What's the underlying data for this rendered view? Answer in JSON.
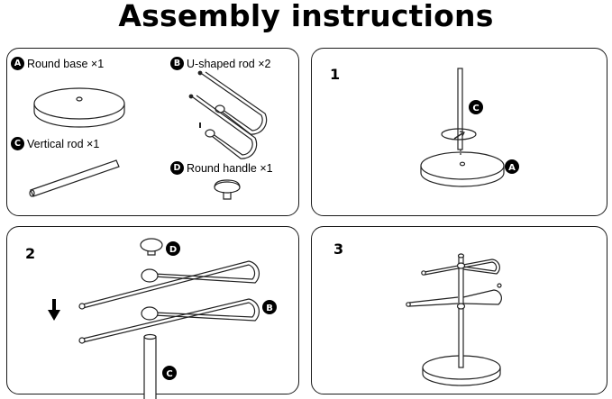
{
  "title": "Assembly instructions",
  "parts": [
    {
      "letter": "A",
      "name": "Round base",
      "qty": "×1"
    },
    {
      "letter": "B",
      "name": "U-shaped rod",
      "qty": "×2"
    },
    {
      "letter": "C",
      "name": "Vertical rod",
      "qty": "×1"
    },
    {
      "letter": "D",
      "name": "Round handle",
      "qty": "×1"
    }
  ],
  "steps": [
    {
      "number": "1",
      "callouts": [
        "C",
        "A"
      ]
    },
    {
      "number": "2",
      "callouts": [
        "D",
        "B",
        "C"
      ]
    },
    {
      "number": "3"
    }
  ]
}
